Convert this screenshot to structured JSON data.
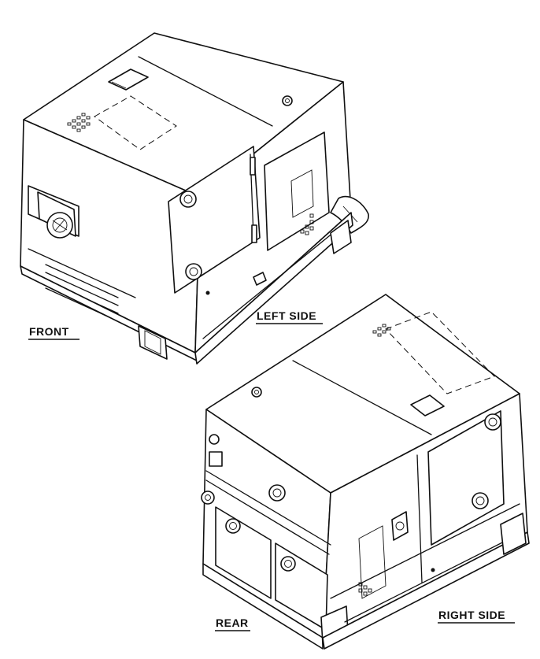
{
  "labels": {
    "front": "FRONT",
    "left_side": "LEFT SIDE",
    "rear": "REAR",
    "right_side": "RIGHT SIDE"
  }
}
